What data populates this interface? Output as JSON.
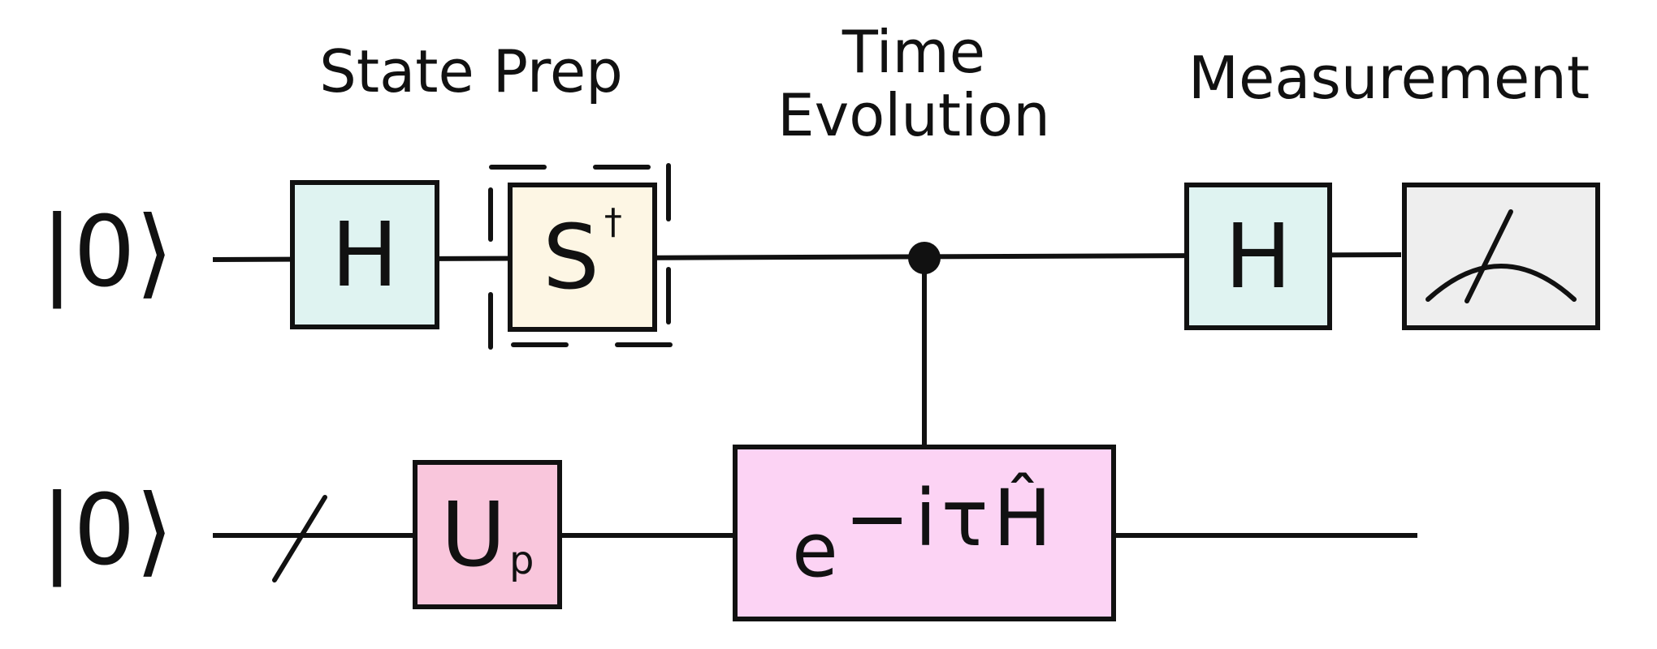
{
  "labels": {
    "state_prep": "State Prep",
    "time_evolution_line1": "Time",
    "time_evolution_line2": "Evolution",
    "measurement": "Measurement"
  },
  "qubits": [
    {
      "ket": "|0⟩"
    },
    {
      "ket": "|0⟩"
    }
  ],
  "gates": {
    "h1": {
      "label": "H",
      "color": "#dff3f1"
    },
    "s_dagger": {
      "label": "S",
      "superscript": "†",
      "color": "#fdf6e4"
    },
    "u_p": {
      "label": "U",
      "subscript": "p",
      "color": "#f9c6dc"
    },
    "time_evolution": {
      "base": "e",
      "exponent": "−iτĤ",
      "color": "#fcd3f4"
    },
    "h2": {
      "label": "H",
      "color": "#dff3f1"
    },
    "measurement": {
      "icon": "meter-icon",
      "color": "#eeeeee"
    }
  },
  "colors": {
    "wire": "#111111",
    "background": "#ffffff"
  }
}
